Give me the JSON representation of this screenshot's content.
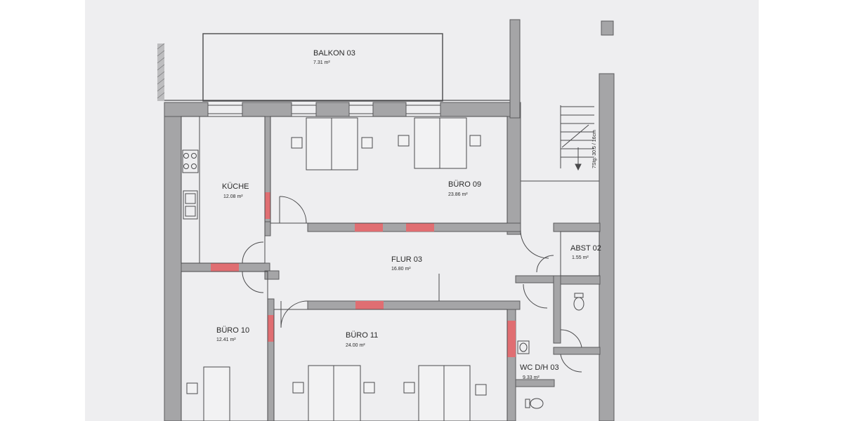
{
  "plan": {
    "rooms": [
      {
        "id": "balkon",
        "name": "BALKON 03",
        "area": "7.31  m²"
      },
      {
        "id": "kueche",
        "name": "KÜCHE",
        "area": "12.08  m²"
      },
      {
        "id": "buero09",
        "name": "BÜRO 09",
        "area": "23.86  m²"
      },
      {
        "id": "flur",
        "name": "FLUR 03",
        "area": "16.80  m²"
      },
      {
        "id": "abst",
        "name": "ABST 02",
        "area": "1.55  m²"
      },
      {
        "id": "buero10",
        "name": "BÜRO 10",
        "area": "12.41  m²"
      },
      {
        "id": "buero11",
        "name": "BÜRO 11",
        "area": "24.00  m²"
      },
      {
        "id": "wc",
        "name": "WC D/H 03",
        "area": "9.33  m²"
      }
    ],
    "stair_annotation": "7Stg. 30.5 / 16cm",
    "colors": {
      "wall": "#a5a5a7",
      "wall_outline": "#5a5a5c",
      "highlight": "#e06e72",
      "paper": "#eeeef0",
      "line": "#4a4a4c"
    }
  }
}
